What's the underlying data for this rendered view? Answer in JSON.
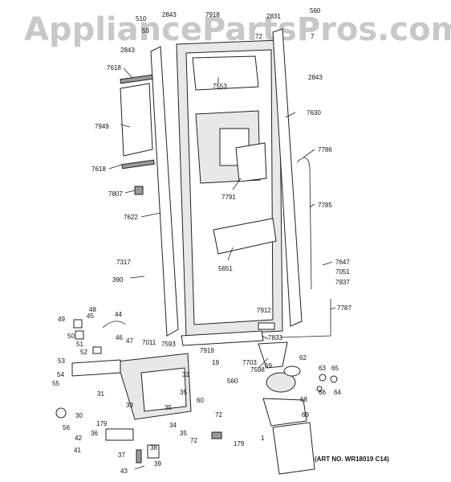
{
  "watermark": "AppliancePartsPros.com",
  "art_number": "(ART NO. WR18019 C14)",
  "part_labels": {
    "p510": "510",
    "p59": "59",
    "p2843a": "2843",
    "p2843b": "2843",
    "p2843c": "2843",
    "p7918": "7918",
    "p2831": "2831",
    "p560a": "560",
    "p7": "7",
    "p72a": "72",
    "p7618a": "7618",
    "p7553": "7553",
    "p7630": "7630",
    "p7949": "7949",
    "p7786": "7786",
    "p7618b": "7618",
    "p7807": "7807",
    "p7791": "7791",
    "p7785": "7785",
    "p7622": "7622",
    "p7317": "7317",
    "p390": "390",
    "p5651": "5651",
    "p7647": "7647",
    "p7051": "7051",
    "p7937": "7937",
    "p48": "48",
    "p45": "45",
    "p44": "44",
    "p49": "49",
    "p7912": "7912",
    "p7787": "7787",
    "p50": "50",
    "p7011": "7011",
    "p7593": "7593",
    "p7833": "7833",
    "p51": "51",
    "p46": "46",
    "p47": "47",
    "p52": "52",
    "p7919": "7919",
    "p19": "19",
    "p7703": "7703",
    "p7598": "7598",
    "p62": "62",
    "p53": "53",
    "p69a": "69",
    "p63": "63",
    "p65": "65",
    "p54": "54",
    "p32": "32",
    "p560b": "560",
    "p55": "55",
    "p66": "66",
    "p64": "64",
    "p31": "31",
    "p35a": "35",
    "p60": "60",
    "p68": "68",
    "p33": "33",
    "p35b": "35",
    "p69b": "69",
    "p30": "30",
    "p179a": "179",
    "p34": "34",
    "p72b": "72",
    "p56": "56",
    "p36": "36",
    "p35c": "35",
    "p1": "1",
    "p42": "42",
    "p72c": "72",
    "p179b": "179",
    "p41": "41",
    "p38": "38",
    "p37": "37",
    "p39": "39",
    "p43": "43"
  }
}
